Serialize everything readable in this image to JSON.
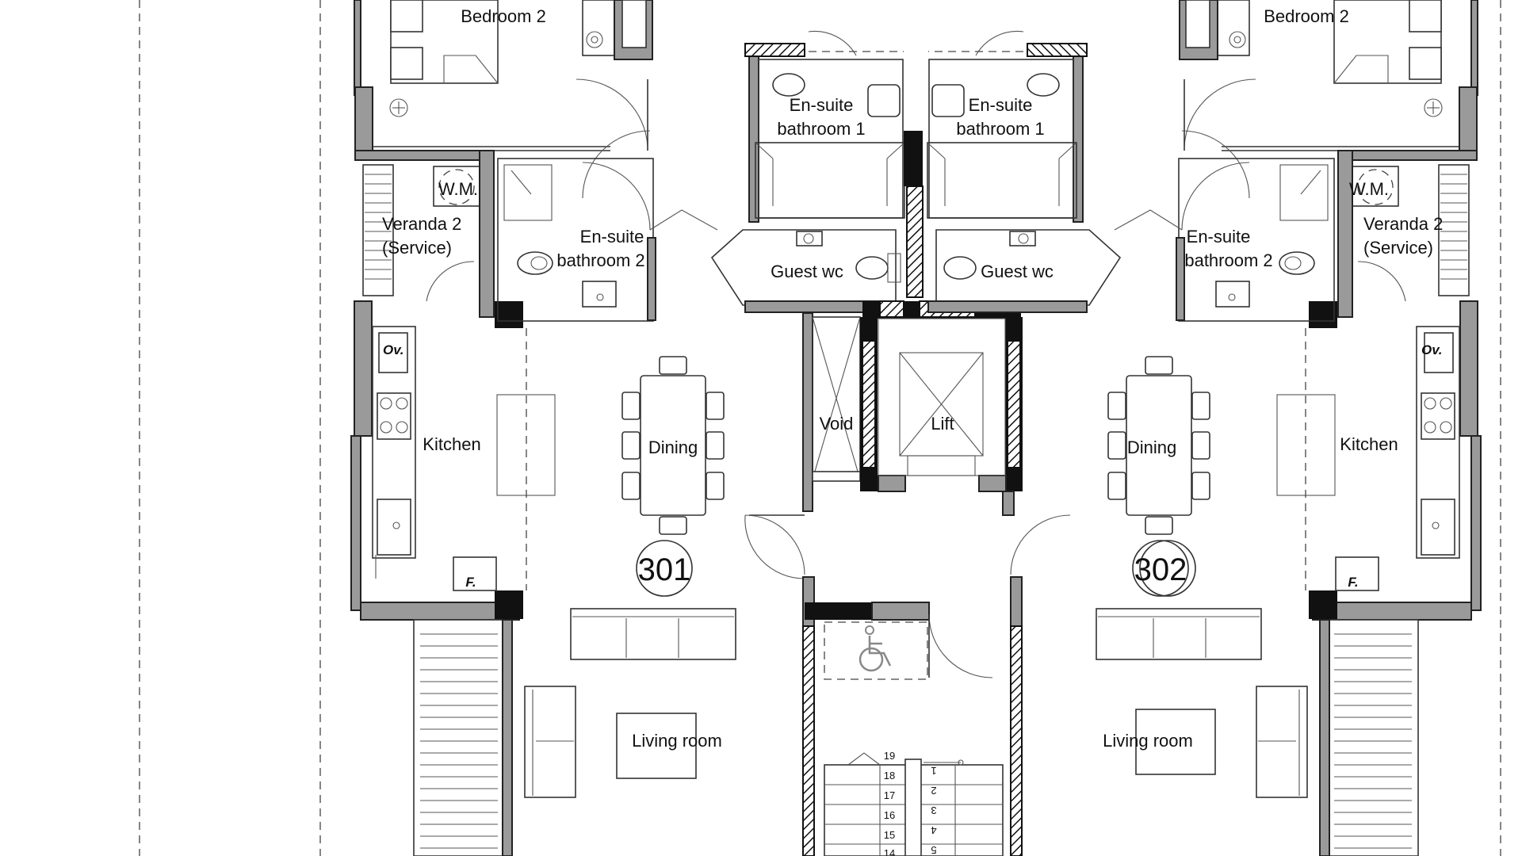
{
  "plan": {
    "units": [
      "301",
      "302"
    ],
    "rooms": {
      "bedroom_2": "Bedroom 2",
      "ensuite_1_line1": "En-suite",
      "ensuite_1_line2": "bathroom 1",
      "ensuite_2_line1": "En-suite",
      "ensuite_2_line2": "bathroom 2",
      "veranda_line1": "Veranda 2",
      "veranda_line2": "(Service)",
      "wm": "W.M.",
      "guest_wc": "Guest wc",
      "oven": "Ov.",
      "kitchen": "Kitchen",
      "fridge": "F.",
      "dining": "Dining",
      "void": "Void",
      "lift": "Lift",
      "living_room": "Living room"
    },
    "stair_left": [
      "19",
      "18",
      "17",
      "16",
      "15",
      "14"
    ],
    "stair_right": [
      "1",
      "2",
      "3",
      "4",
      "5"
    ],
    "accessibility_icon": "wheelchair-icon"
  }
}
